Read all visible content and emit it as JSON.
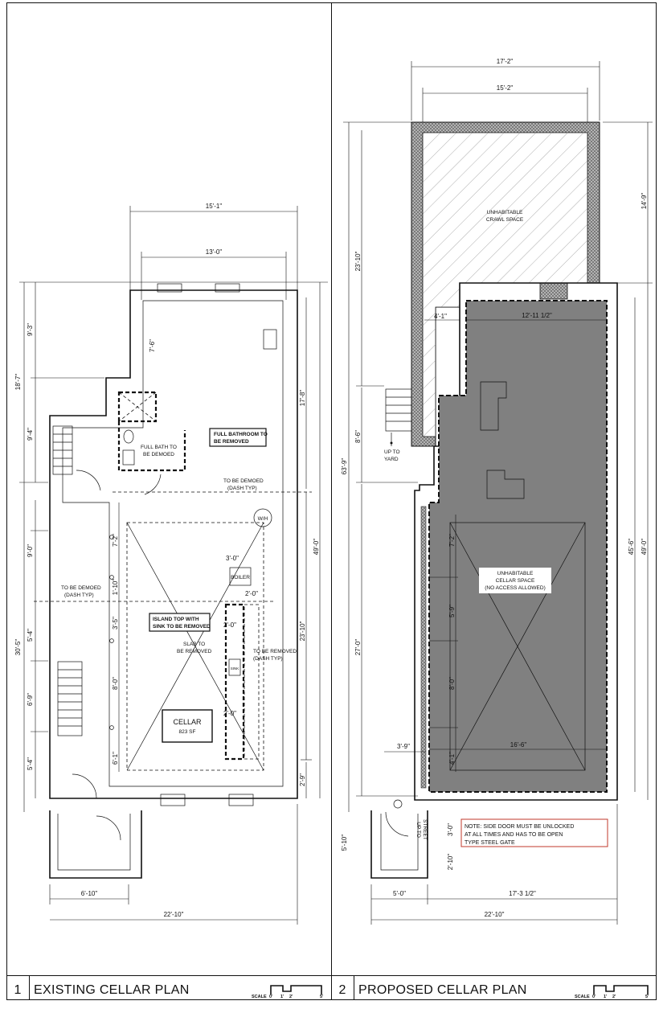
{
  "drawing_1": {
    "number": "1",
    "title": "EXISTING CELLAR PLAN",
    "scale": {
      "label": "SCALE",
      "ticks": [
        "0'",
        "1'",
        "2'",
        "5'"
      ]
    },
    "dimensions": {
      "top_outer": "15'-1\"",
      "top_inner": "13'-0\"",
      "left_9_3": "9'-3\"",
      "left_18_7": "18'-7\"",
      "left_9_4": "9'-4\"",
      "left_30_5": "30'-5\"",
      "left_5_4a": "5'-4\"",
      "left_6_9": "6'-9\"",
      "left_5_4b": "5'-4\"",
      "left_9_0": "9'-0\"",
      "bath_7_6": "7'-6\"",
      "right_17_8": "17'-8\"",
      "right_49_0": "49'-0\"",
      "right_23_10": "23'-10\"",
      "right_2_9": "2'-9\"",
      "int_7_2": "7'-2\"",
      "int_1_10": "1'-10\"",
      "int_3_5": "3'-5\"",
      "int_8_0": "8'-0\"",
      "int_6_1": "6'-1\"",
      "boiler_3_0": "3'-0\"",
      "island_2_0a": "2'-0\"",
      "island_2_0b": "2'-0\"",
      "island_2_0c": "2'-0\"",
      "bottom_6_10": "6'-10\"",
      "bottom_22_10": "22'-10\""
    },
    "notes": {
      "full_bath_box": [
        "FULL BATHROOM TO",
        "BE REMOVED"
      ],
      "full_bath_demo": [
        "FULL BATH TO",
        "BE DEMOED"
      ],
      "to_be_demoed_right": [
        "TO BE DEMOED",
        "(DASH TYP)"
      ],
      "to_be_demoed_left": [
        "TO BE DEMOED",
        "(DASH TYP)"
      ],
      "island_box": [
        "ISLAND TOP WITH",
        "SINK TO BE REMOVED"
      ],
      "slab": [
        "SLAB TO",
        "BE REMOVED"
      ],
      "island_demo": [
        "TO BE REMOVED",
        "(DASH TYP)"
      ],
      "wh": "W/H",
      "boiler": "BOILER",
      "sink": "SINK",
      "room_name": "CELLAR",
      "room_area": "823 SF"
    }
  },
  "drawing_2": {
    "number": "2",
    "title": "PROPOSED CELLAR PLAN",
    "scale": {
      "label": "SCALE",
      "ticks": [
        "0'",
        "1'",
        "2'",
        "5'"
      ]
    },
    "dimensions": {
      "top_outer": "17'-2\"",
      "top_inner": "15'-2\"",
      "right_14_9": "14'-9\"",
      "left_23_10": "23'-10\"",
      "left_63_9": "63'-9\"",
      "left_8_6": "8'-6\"",
      "left_27_0": "27'-0\"",
      "left_5_10": "5'-10\"",
      "step_4_1": "4'-1\"",
      "width_12_11": "12'-11 1/2\"",
      "right_45_6": "45'-6\"",
      "right_49_0": "49'-0\"",
      "int_7_2": "7'-2\"",
      "int_5_9": "5'-9\"",
      "int_8_0": "8'-0\"",
      "int_4_1": "4'-1\"",
      "width_16_6": "16'-6\"",
      "stair_3_9": "3'-9\"",
      "gate_3_0": "3'-0\"",
      "gate_2_10": "2'-10\"",
      "bottom_5_0": "5'-0\"",
      "bottom_17_3": "17'-3 1/2\"",
      "bottom_22_10": "22'-10\""
    },
    "notes": {
      "crawl_space": [
        "UNHABITABLE",
        "CRAWL SPACE"
      ],
      "cellar_space": [
        "UNHABITABLE",
        "CELLAR SPACE",
        "(NO ACCESS ALLOWED)"
      ],
      "up_to_yard": [
        "UP TO",
        "YARD"
      ],
      "up_to_street": [
        "UP TO",
        "STREET"
      ],
      "gate_note": [
        "NOTE: SIDE DOOR MUST BE UNLOCKED",
        "AT ALL TIMES AND HAS TO BE OPEN",
        "TYPE STEEL GATE"
      ],
      "gate_note_color": "#c0392b",
      "cellar_fill_color": "#808080"
    }
  }
}
